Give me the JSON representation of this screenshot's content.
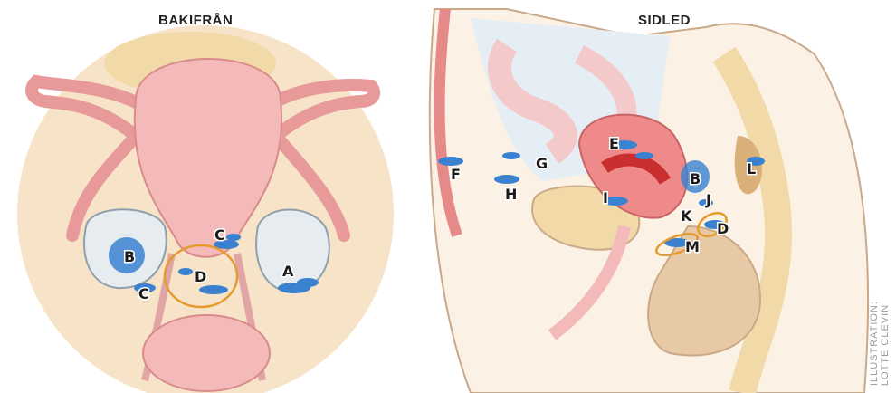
{
  "views": {
    "back": {
      "title": "BAKIFRÅN"
    },
    "side": {
      "title": "SIDLED"
    }
  },
  "labels_back": [
    "B",
    "C",
    "C",
    "D",
    "A"
  ],
  "labels_side": [
    "E",
    "F",
    "G",
    "H",
    "I",
    "B",
    "J",
    "K",
    "D",
    "M",
    "L"
  ],
  "credit": {
    "line1": "ILLUSTRATION:",
    "line2": "LOTTE CLEVIN"
  },
  "colors": {
    "lesion": "#3a82d0",
    "circle_highlight": "#e59a2e",
    "uterus": "#f2b8b8",
    "background_disc": "#f6e3c8"
  }
}
